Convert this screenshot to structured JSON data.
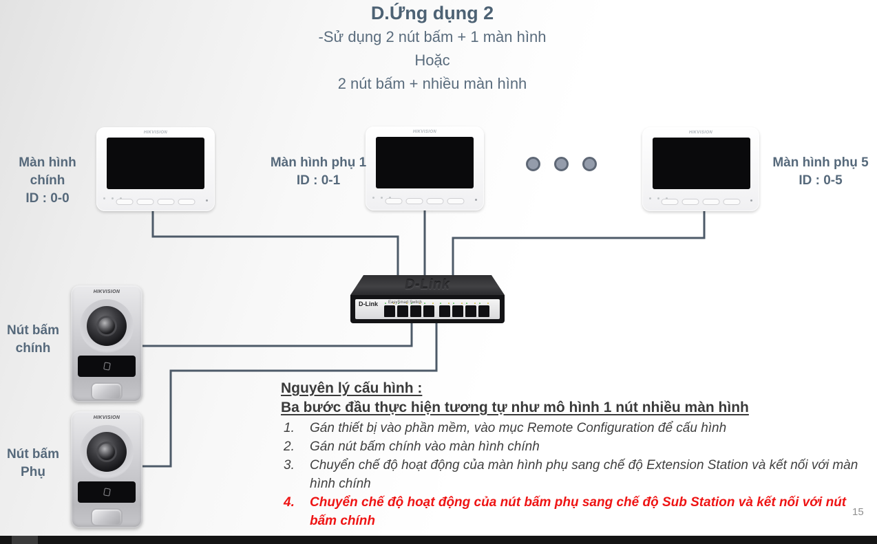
{
  "slide": {
    "title": "D.Ứng dụng 2",
    "subtitle_lines": [
      "-Sử dụng 2 nút bấm + 1 màn hình",
      "Hoặc",
      "2 nút bấm + nhiều màn hình"
    ],
    "page_number": "15"
  },
  "colors": {
    "accent_slate": "#56697b",
    "connection_line": "#4d5a68",
    "highlight_red": "#ee1414",
    "body_text": "#3f3f3f"
  },
  "devices": {
    "monitors": [
      {
        "brand": "HIKVISION",
        "label_line1": "Màn hình chính",
        "label_line2": "ID : 0-0"
      },
      {
        "brand": "HIKVISION",
        "label_line1": "Màn hình phụ 1",
        "label_line2": "ID : 0-1"
      },
      {
        "brand": "HIKVISION",
        "label_line1": "Màn hình phụ 5",
        "label_line2": "ID : 0-5"
      }
    ],
    "door_stations": [
      {
        "brand": "HIKVISION",
        "label_line1": "Nút bấm",
        "label_line2": "chính"
      },
      {
        "brand": "HIKVISION",
        "label_line1": "Nút bấm",
        "label_line2": "Phụ"
      }
    ],
    "switch": {
      "top_label": "D-Link",
      "front_label": "D-Link",
      "panel_text": "EasySmart Switch"
    }
  },
  "notes": {
    "heading1": "Nguyên lý cấu hình :",
    "heading2": "Ba bước đầu thực hiện tương tự như mô hình 1 nút nhiều màn hình",
    "items": [
      {
        "num": "1.",
        "text": "Gán thiết bị vào phần mềm, vào mục Remote Configuration để cấu hình"
      },
      {
        "num": "2.",
        "text": "Gán nút bấm chính vào màn hình chính"
      },
      {
        "num": "3.",
        "text": "Chuyển chế độ hoạt động của màn hình phụ sang chế độ Extension Station và kết nối với màn hình chính"
      },
      {
        "num": "4.",
        "text": "Chuyển chế độ hoạt động của nút bấm phụ sang chế độ Sub Station và kết nối với nút bấm chính"
      }
    ]
  }
}
